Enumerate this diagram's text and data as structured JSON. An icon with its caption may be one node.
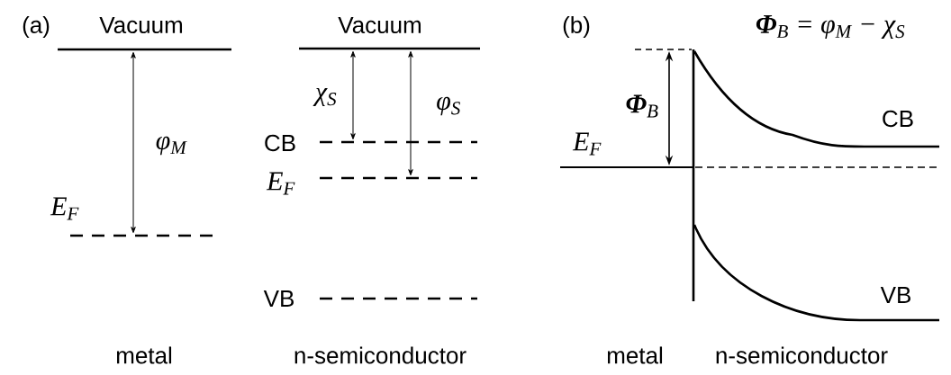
{
  "diagram": {
    "labels": [
      "(a)",
      "Vacuum",
      "Vacuum",
      "(b)",
      "**Φ**$_{B}$ = φ$_{M}$ − χ$_{S}$",
      "χ$_{S}$",
      "φ$_{S}$",
      "**Φ**$_{B}$",
      "φ$_{M}$",
      "CB",
      "E$_{F}$",
      "E$_{F}$",
      "CB",
      "E$_{F}$",
      "VB",
      "VB",
      "metal",
      "n-semiconductor",
      "metal",
      "n-semiconductor"
    ]
  }
}
